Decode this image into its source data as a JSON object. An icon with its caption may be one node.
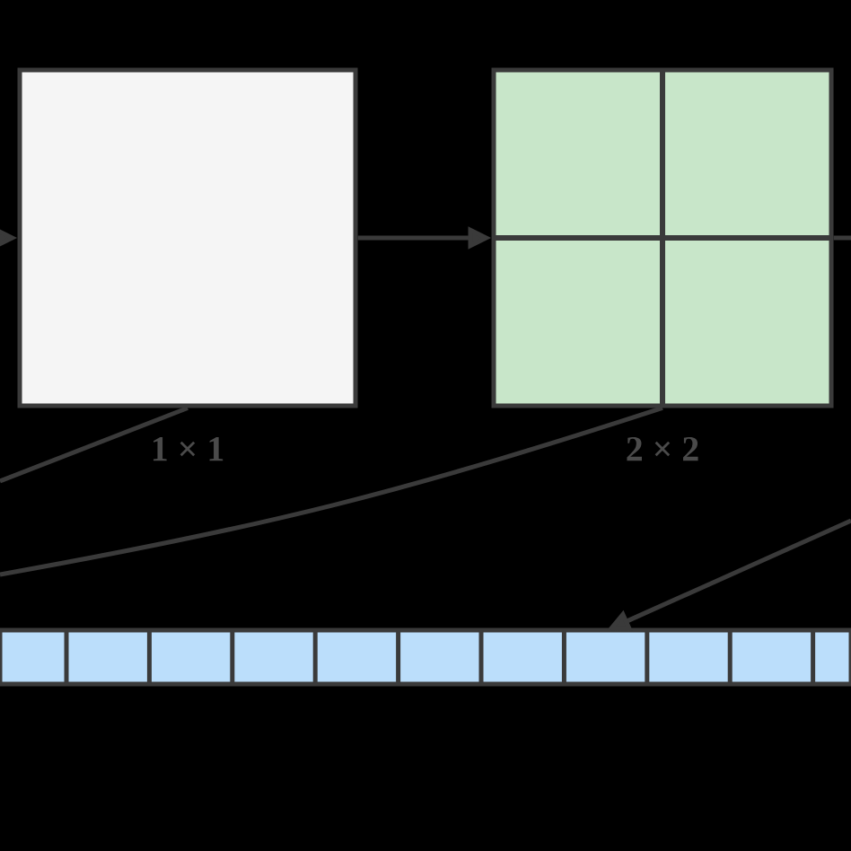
{
  "diagram": {
    "nodes": [
      {
        "text": [],
        "shape": "box",
        "beside": [
          "1 × 1"
        ]
      },
      {
        "text": [],
        "shape": "box",
        "beside": [
          "2 × 2"
        ]
      },
      {
        "text": [],
        "shape": "bar"
      }
    ],
    "edges": [
      {
        "from": null,
        "to": 0,
        "arrow": "to"
      },
      {
        "from": 0,
        "to": 1,
        "arrow": "to"
      },
      {
        "from": 1,
        "to": null,
        "arrow": "none"
      },
      {
        "from": 0,
        "to": null,
        "arrow": "none"
      },
      {
        "from": 1,
        "to": null,
        "arrow": "none"
      },
      {
        "from": null,
        "to": 2,
        "arrow": "to"
      }
    ]
  }
}
